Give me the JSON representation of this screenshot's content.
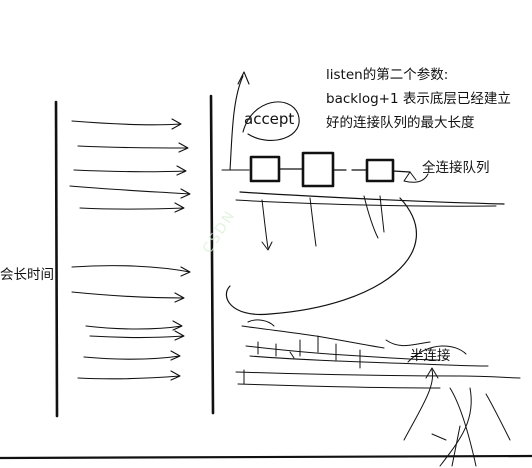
{
  "labels": {
    "note_line1": "listen的第二个参数:",
    "note_line2": "backlog+1 表示底层已经建立",
    "note_line3": "好的连接队列的最大长度",
    "accept": "accept",
    "full_queue": "全连接队列",
    "half_conn": "半连接",
    "long_time": "会长时间"
  },
  "watermark": "CSDN",
  "colors": {
    "ink": "#111111",
    "paper": "#ffffff",
    "watermark": "#d8efd4"
  },
  "queue_slots": 3
}
